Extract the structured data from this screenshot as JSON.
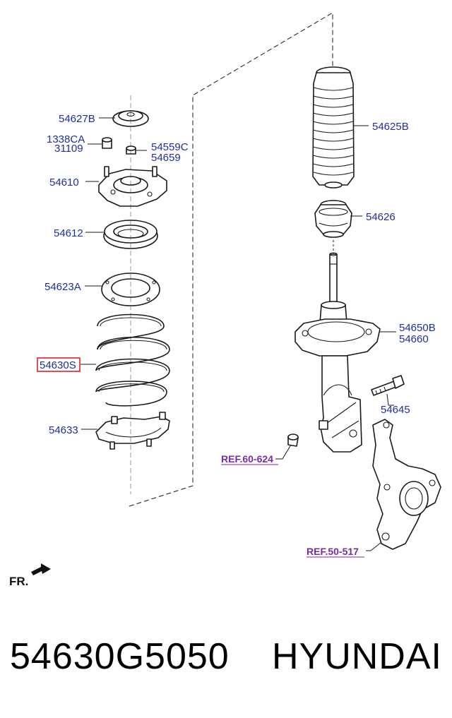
{
  "labels": {
    "l54627B": "54627B",
    "l1338CA": "1338CA",
    "l31109": "31109",
    "l54559C": "54559C",
    "l54659": "54659",
    "l54610": "54610",
    "l54612": "54612",
    "l54623A": "54623A",
    "l54630S": "54630S",
    "l54633": "54633",
    "l54625B": "54625B",
    "l54626": "54626",
    "l54650B": "54650B",
    "l54660": "54660",
    "l54645": "54645",
    "ref1": "REF.60-624",
    "ref2": "REF.50-517",
    "fr": "FR."
  },
  "highlight_color": "#e0202a",
  "label_color": "#1f2f9e",
  "ref_color": "#7b2aa6",
  "caption": {
    "part_number": "54630G5050",
    "brand": "HYUNDAI"
  }
}
